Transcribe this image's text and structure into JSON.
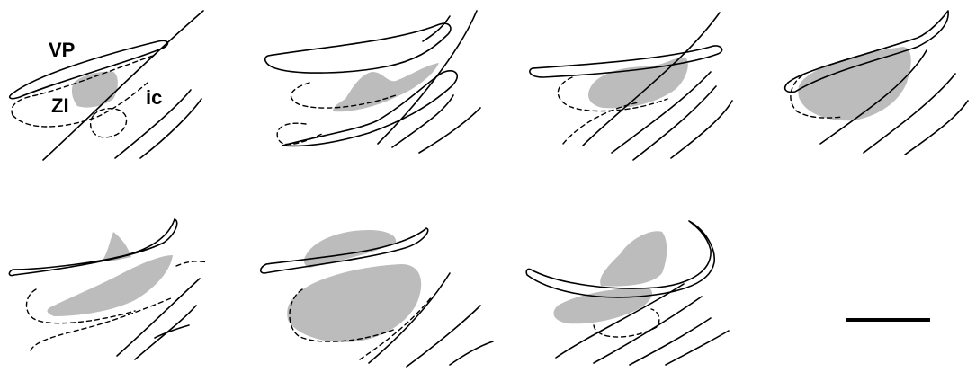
{
  "labels": {
    "vp": "VP",
    "zi": "ZI",
    "ic": "ic"
  },
  "colors": {
    "lesion_fill": "#bcbcbc",
    "outline": "#000000",
    "background": "#ffffff"
  },
  "panels": [
    {
      "id": 1,
      "has_labels": true
    },
    {
      "id": 2,
      "has_labels": false
    },
    {
      "id": 3,
      "has_labels": false
    },
    {
      "id": 4,
      "has_labels": false
    },
    {
      "id": 5,
      "has_labels": false
    },
    {
      "id": 6,
      "has_labels": false
    },
    {
      "id": 7,
      "has_labels": false
    }
  ],
  "scale_bar": {
    "visible": true
  }
}
